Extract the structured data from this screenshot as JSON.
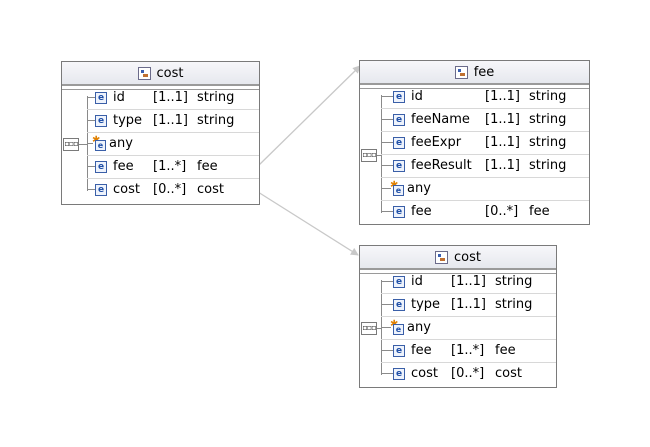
{
  "boxes": [
    {
      "title": "cost",
      "rows": [
        {
          "kind": "element",
          "name": "id",
          "card": "[1..1]",
          "type": "string"
        },
        {
          "kind": "element",
          "name": "type",
          "card": "[1..1]",
          "type": "string"
        },
        {
          "kind": "any",
          "name": "any",
          "card": "",
          "type": ""
        },
        {
          "kind": "element",
          "name": "fee",
          "card": "[1..*]",
          "type": "fee"
        },
        {
          "kind": "element",
          "name": "cost",
          "card": "[0..*]",
          "type": "cost"
        }
      ]
    },
    {
      "title": "fee",
      "rows": [
        {
          "kind": "element",
          "name": "id",
          "card": "[1..1]",
          "type": "string"
        },
        {
          "kind": "element",
          "name": "feeName",
          "card": "[1..1]",
          "type": "string"
        },
        {
          "kind": "element",
          "name": "feeExpr",
          "card": "[1..1]",
          "type": "string"
        },
        {
          "kind": "element",
          "name": "feeResult",
          "card": "[1..1]",
          "type": "string"
        },
        {
          "kind": "any",
          "name": "any",
          "card": "",
          "type": ""
        },
        {
          "kind": "element",
          "name": "fee",
          "card": "[0..*]",
          "type": "fee"
        }
      ]
    },
    {
      "title": "cost",
      "rows": [
        {
          "kind": "element",
          "name": "id",
          "card": "[1..1]",
          "type": "string"
        },
        {
          "kind": "element",
          "name": "type",
          "card": "[1..1]",
          "type": "string"
        },
        {
          "kind": "any",
          "name": "any",
          "card": "",
          "type": ""
        },
        {
          "kind": "element",
          "name": "fee",
          "card": "[1..*]",
          "type": "fee"
        },
        {
          "kind": "element",
          "name": "cost",
          "card": "[0..*]",
          "type": "cost"
        }
      ]
    }
  ],
  "icons": {
    "complex_type": "complex-type-icon",
    "element": "element-icon",
    "any": "any-element-icon",
    "sequence": "sequence-compositor-icon",
    "element_glyph": "e",
    "sequence_glyph": "▫▫▫"
  },
  "colors": {
    "border": "#7a7a7a",
    "element_icon": "#2050a8",
    "link": "#c8c8c8"
  }
}
